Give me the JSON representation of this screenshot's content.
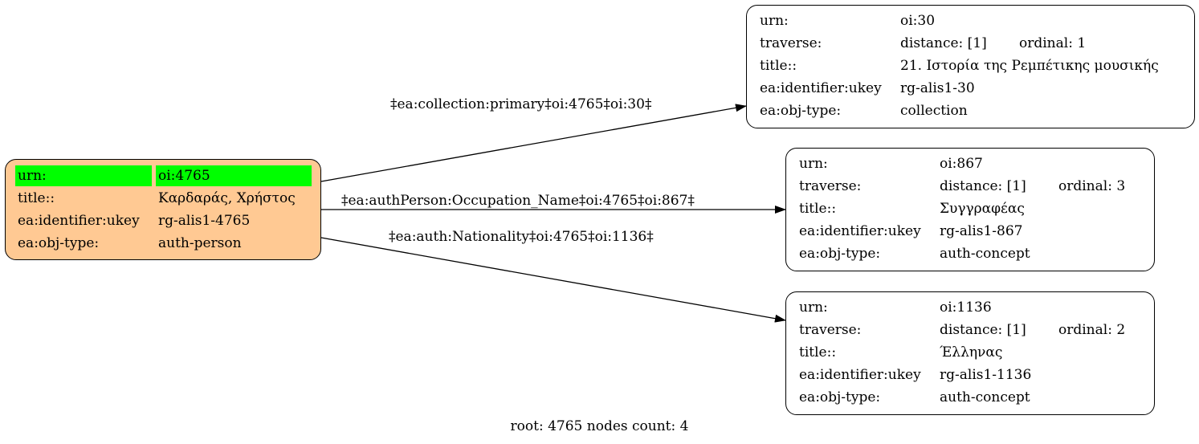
{
  "root_node": {
    "rows": [
      {
        "key": "urn:",
        "value": "oi:4765"
      },
      {
        "key": "title::",
        "value": "Καρδαράς, Χρήστος"
      },
      {
        "key": "ea:identifier:ukey",
        "value": "rg-alis1-4765"
      },
      {
        "key": "ea:obj-type:",
        "value": "auth-person"
      }
    ],
    "highlight_color": "#00ff00",
    "fill_color": "#ffc993"
  },
  "nodes": [
    {
      "urn_key": "urn:",
      "urn": "oi:30",
      "traverse_key": "traverse:",
      "distance": "distance: [1]",
      "ordinal": "ordinal: 1",
      "title_key": "title::",
      "title": "21. Ιστορία της Ρεμπέτικης μουσικής",
      "ukey_key": "ea:identifier:ukey",
      "ukey": "rg-alis1-30",
      "type_key": "ea:obj-type:",
      "type": "collection"
    },
    {
      "urn_key": "urn:",
      "urn": "oi:867",
      "traverse_key": "traverse:",
      "distance": "distance: [1]",
      "ordinal": "ordinal: 3",
      "title_key": "title::",
      "title": "Συγγραφέας",
      "ukey_key": "ea:identifier:ukey",
      "ukey": "rg-alis1-867",
      "type_key": "ea:obj-type:",
      "type": "auth-concept"
    },
    {
      "urn_key": "urn:",
      "urn": "oi:1136",
      "traverse_key": "traverse:",
      "distance": "distance: [1]",
      "ordinal": "ordinal: 2",
      "title_key": "title::",
      "title": "Έλληνας",
      "ukey_key": "ea:identifier:ukey",
      "ukey": "rg-alis1-1136",
      "type_key": "ea:obj-type:",
      "type": "auth-concept"
    }
  ],
  "edges": [
    {
      "label": "‡ea:collection:primary‡oi:4765‡oi:30‡"
    },
    {
      "label": "‡ea:authPerson:Occupation_Name‡oi:4765‡oi:867‡"
    },
    {
      "label": "‡ea:auth:Nationality‡oi:4765‡oi:1136‡"
    }
  ],
  "footer": "root: 4765 nodes count: 4"
}
